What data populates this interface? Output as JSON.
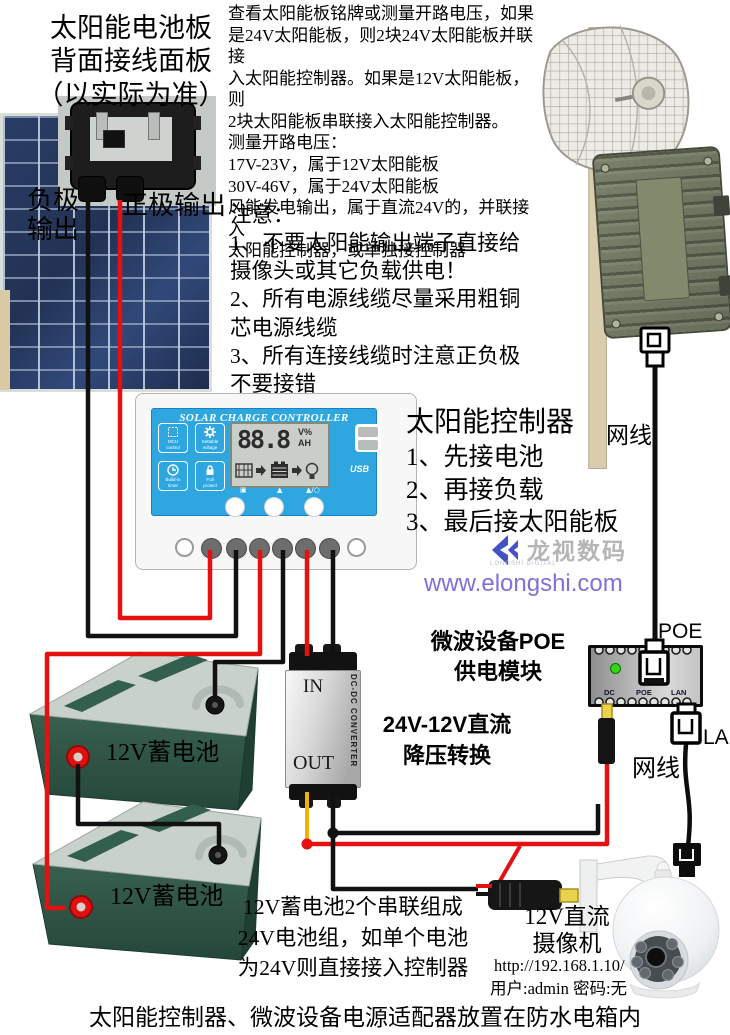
{
  "panel": {
    "title": "太阳能电池板\n背面接线面板\n（以实际为准）",
    "neg_label": "负极\n输出",
    "pos_label": "正极输出"
  },
  "intro": {
    "text": "查看太阳能板铭牌或测量开路电压，如果\n是24V太阳能板，则2块24V太阳能板并联接\n入太阳能控制器。如果是12V太阳能板，则\n2块太阳能板串联接入太阳能控制器。\n测量开路电压：\n17V-23V，属于12V太阳能板\n30V-46V，属于24V太阳能板\n风能发电输出，属于直流24V的，并联接入\n太阳能控制器，或单独接控制器"
  },
  "notice": {
    "text": "注意：\n1、不要太阳能输出端子直接给\n摄像头或其它负载供电！\n2、所有电源线缆尽量采用粗铜\n芯电源线缆\n3、所有连接线缆时注意正负极\n不要接错"
  },
  "controller": {
    "title": "SOLAR CHARGE CONTROLLER",
    "lcd_value": "88.8",
    "lcd_unit_top": "V%",
    "lcd_unit_bottom": "AH",
    "buttons": [
      "MCU\ncontrol",
      "Settable\nvoltage",
      "Build-in\ntimer",
      "Full\nprotect"
    ],
    "usb_label": "USB",
    "btn_glyphs": [
      "▣",
      "▲",
      "▲/○"
    ],
    "heading": "太阳能控制器",
    "steps": [
      "1、先接电池",
      "2、再接负载",
      "3、最后接太阳能板"
    ]
  },
  "watermark": {
    "brand": "龙视数码",
    "sub": "LONGSHI DIGITAL",
    "url": "www.elongshi.com"
  },
  "network": {
    "cable_top": "网线",
    "cable_bottom": "网线",
    "poe": "POE",
    "lan": "LAN"
  },
  "poe_module": {
    "name": "微波设备POE\n供电模块",
    "ports": [
      "DC",
      "POE",
      "LAN"
    ]
  },
  "converter": {
    "in_label": "IN",
    "out_label": "OUT",
    "side_label": "DC-DC CONVERTER",
    "caption": "24V-12V直流\n降压转换"
  },
  "batteries": {
    "b1": "12V蓄电池",
    "b2": "12V蓄电池",
    "note": "12V蓄电池2个串联组成\n24V电池组，如单个电池\n为24V则直接接入控制器"
  },
  "camera": {
    "name": "12V直流\n摄像机",
    "url": "http://192.168.1.10/",
    "credentials": "用户:admin 密码:无"
  },
  "footer": {
    "text": "太阳能控制器、微波设备电源适配器放置在防水电箱内"
  },
  "colors": {
    "wire_red": "#e51010",
    "wire_black": "#111111",
    "wire_yellow": "#f0b400",
    "controller_blue": "#2ea7e0",
    "battery_green": "#2d5547",
    "led_green": "#35d615",
    "watermark_purple": "#8070d8"
  }
}
